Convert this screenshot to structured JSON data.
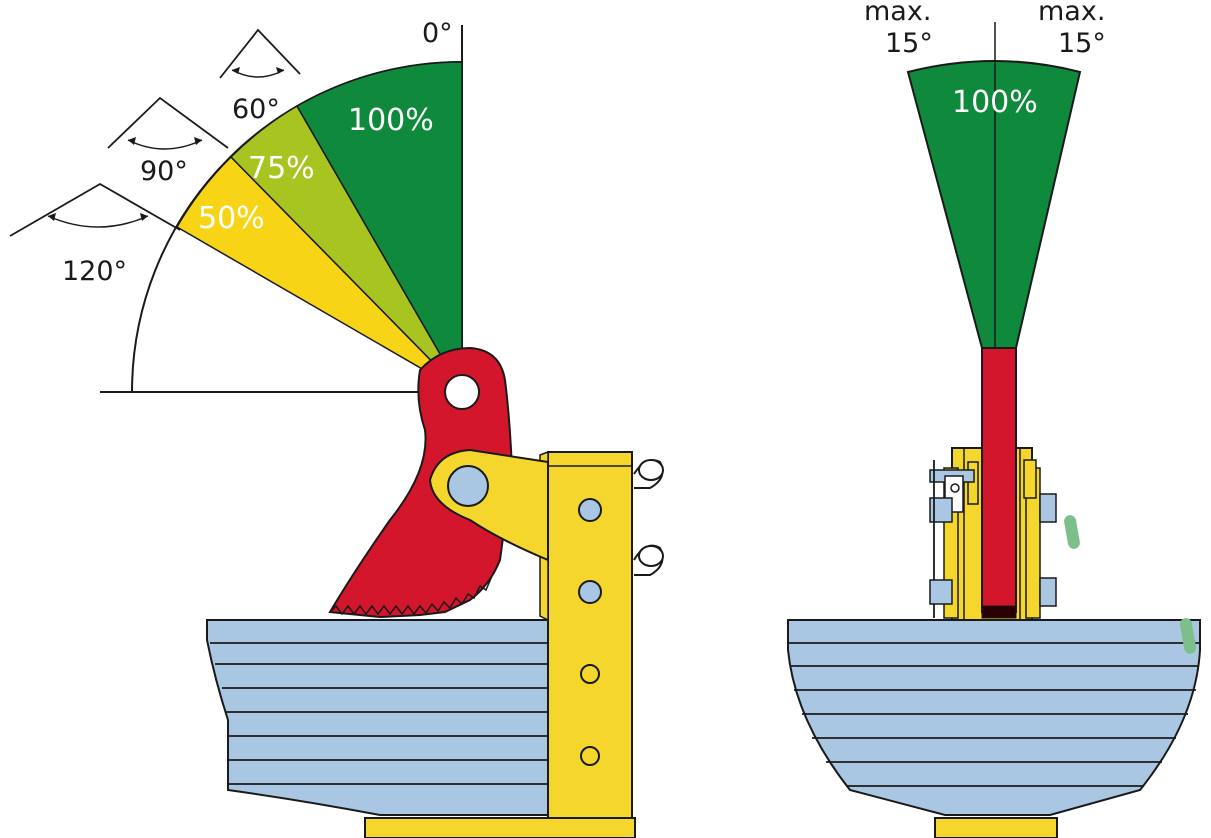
{
  "colors": {
    "green": "#0f8a3c",
    "olive": "#a8c420",
    "yellow": "#f7d516",
    "red": "#d3162b",
    "clamp_yellow": "#f4d62c",
    "plate_blue": "#a9c7e2",
    "outline": "#1a1a1a",
    "marker_green": "#7cbf8a"
  },
  "left_view": {
    "zones": [
      {
        "label": "100%",
        "color": "green"
      },
      {
        "label": "75%",
        "color": "olive"
      },
      {
        "label": "50%",
        "color": "yellow"
      }
    ],
    "vertical_label": "0°",
    "angles": [
      "60°",
      "90°",
      "120°"
    ]
  },
  "right_view": {
    "zone_label": "100%",
    "side_labels": [
      {
        "line1": "max.",
        "line2": "15°"
      },
      {
        "line1": "max.",
        "line2": "15°"
      }
    ]
  }
}
